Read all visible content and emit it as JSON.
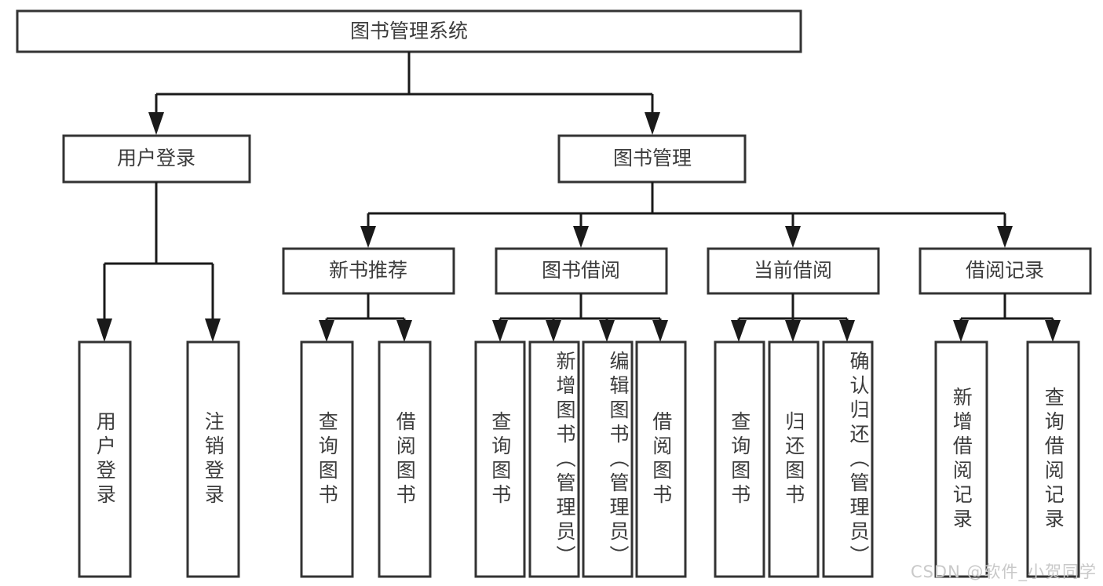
{
  "diagram": {
    "title": "图书管理系统",
    "watermark": "CSDN @软件_小贺同学",
    "root": {
      "id": "root",
      "label": "图书管理系统",
      "orientation": "horizontal"
    },
    "level1": [
      {
        "id": "user-login",
        "label": "用户登录",
        "orientation": "horizontal"
      },
      {
        "id": "book-management",
        "label": "图书管理",
        "orientation": "horizontal"
      }
    ],
    "level2": [
      {
        "id": "new-book-recommend",
        "label": "新书推荐",
        "orientation": "horizontal",
        "parent": "book-management"
      },
      {
        "id": "book-borrow",
        "label": "图书借阅",
        "orientation": "horizontal",
        "parent": "book-management"
      },
      {
        "id": "current-borrow",
        "label": "当前借阅",
        "orientation": "horizontal",
        "parent": "book-management"
      },
      {
        "id": "borrow-record",
        "label": "借阅记录",
        "orientation": "horizontal",
        "parent": "book-management"
      }
    ],
    "leaves": [
      {
        "id": "leaf-user-login",
        "label": "用户登录",
        "orientation": "vertical",
        "parent": "user-login",
        "align": "middle"
      },
      {
        "id": "leaf-logout",
        "label": "注销登录",
        "orientation": "vertical",
        "parent": "user-login",
        "align": "middle"
      },
      {
        "id": "leaf-query-book-1",
        "label": "查询图书",
        "orientation": "vertical",
        "parent": "new-book-recommend",
        "align": "middle"
      },
      {
        "id": "leaf-borrow-book-1",
        "label": "借阅图书",
        "orientation": "vertical",
        "parent": "new-book-recommend",
        "align": "middle"
      },
      {
        "id": "leaf-query-book-2",
        "label": "查询图书",
        "orientation": "vertical",
        "parent": "book-borrow",
        "align": "middle"
      },
      {
        "id": "leaf-add-book",
        "label": "新增图书（管理员）",
        "orientation": "vertical",
        "parent": "book-borrow",
        "align": "top"
      },
      {
        "id": "leaf-edit-book",
        "label": "编辑图书（管理员）",
        "orientation": "vertical",
        "parent": "book-borrow",
        "align": "top"
      },
      {
        "id": "leaf-borrow-book-2",
        "label": "借阅图书",
        "orientation": "vertical",
        "parent": "book-borrow",
        "align": "middle"
      },
      {
        "id": "leaf-query-book-3",
        "label": "查询图书",
        "orientation": "vertical",
        "parent": "current-borrow",
        "align": "middle"
      },
      {
        "id": "leaf-return-book",
        "label": "归还图书",
        "orientation": "vertical",
        "parent": "current-borrow",
        "align": "middle"
      },
      {
        "id": "leaf-confirm-return",
        "label": "确认归还（管理员）",
        "orientation": "vertical",
        "parent": "current-borrow",
        "align": "top"
      },
      {
        "id": "leaf-add-record",
        "label": "新增借阅记录",
        "orientation": "vertical",
        "parent": "borrow-record",
        "align": "middle"
      },
      {
        "id": "leaf-query-record",
        "label": "查询借阅记录",
        "orientation": "vertical",
        "parent": "borrow-record",
        "align": "middle"
      }
    ],
    "colors": {
      "box_stroke": "#333333",
      "box_fill": "#ffffff",
      "connector": "#1a1a1a",
      "text": "#3c3c3c",
      "watermark": "#c9c9c9",
      "background": "#ffffff"
    }
  }
}
